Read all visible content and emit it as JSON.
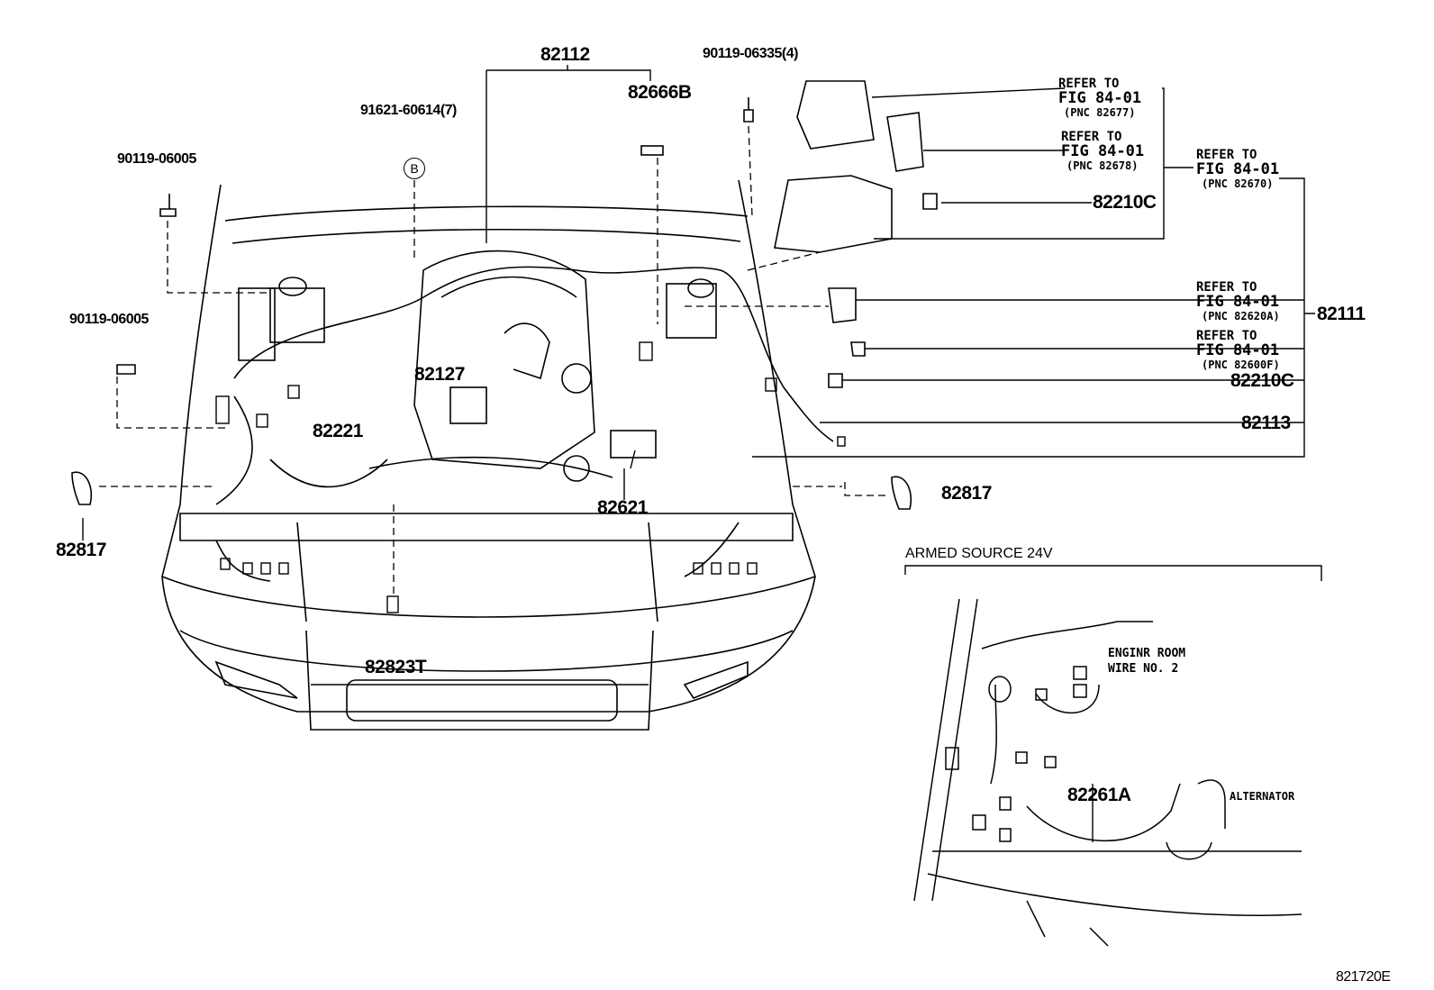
{
  "parts": {
    "p82112": "82112",
    "p82666B": "82666B",
    "p90119_06335": "90119-06335(4)",
    "p91621": "91621-60614(7)",
    "circle_b": "B",
    "p90119_06005_a": "90119-06005",
    "p90119_06005_b": "90119-06005",
    "p82127": "82127",
    "p82221": "82221",
    "p82621": "82621",
    "p82817_left": "82817",
    "p82817_right": "82817",
    "p82823T": "82823T",
    "p82210C_a": "82210C",
    "p82210C_b": "82210C",
    "p82111": "82111",
    "p82113": "82113",
    "p82261A": "82261A"
  },
  "refs": [
    {
      "line1": "REFER TO",
      "line2": "FIG 84-01",
      "line3": "(PNC 82677)"
    },
    {
      "line1": "REFER TO",
      "line2": "FIG 84-01",
      "line3": "(PNC 82678)"
    },
    {
      "line1": "REFER TO",
      "line2": "FIG 84-01",
      "line3": "(PNC 82670)"
    },
    {
      "line1": "REFER TO",
      "line2": "FIG 84-01",
      "line3": "(PNC 82620A)"
    },
    {
      "line1": "REFER TO",
      "line2": "FIG 84-01",
      "line3": "(PNC 82600F)"
    }
  ],
  "inset": {
    "title": "ARMED SOURCE 24V",
    "wire_line1": "ENGINR ROOM",
    "wire_line2": "WIRE  NO. 2",
    "alternator": "ALTERNATOR"
  },
  "figure_id": "821720E"
}
